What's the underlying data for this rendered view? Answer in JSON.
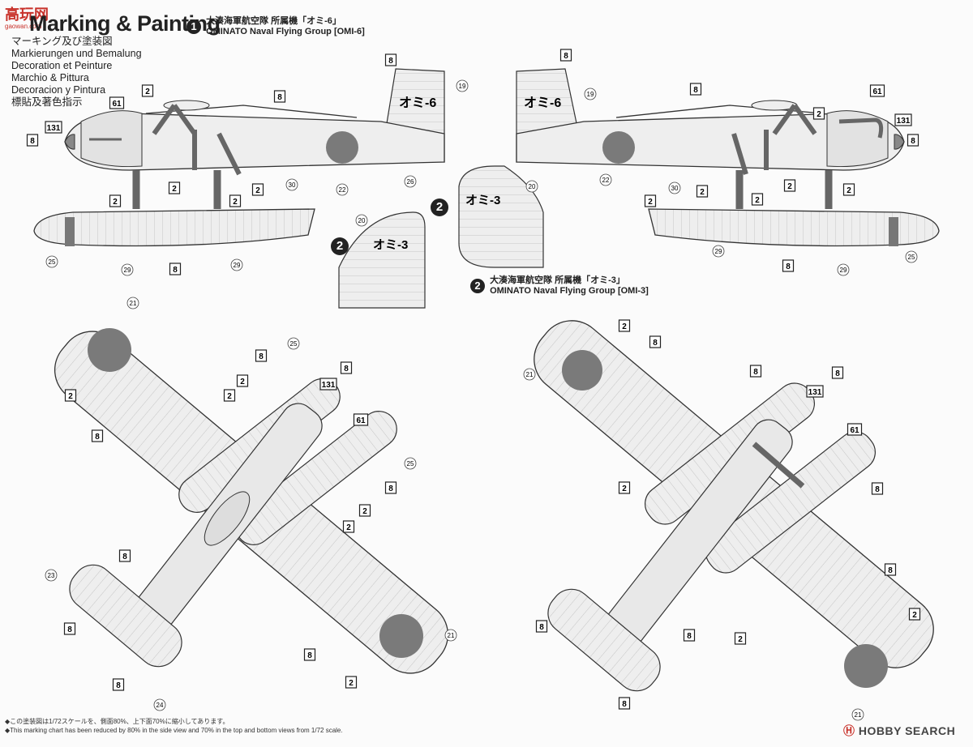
{
  "header": {
    "logo": "高玩网",
    "logo_url_text": "gaowan.com",
    "title": "Marking & Painting",
    "lines": [
      "マーキング及び塗装図",
      "Markierungen und Bemalung",
      "Decoration et Peinture",
      "Marchio & Pittura",
      "Decoracion y Pintura",
      "標貼及著色指示"
    ]
  },
  "schemes": [
    {
      "num": "1",
      "jp": "大湊海軍航空隊 所属機「オミ-6」",
      "en": "OMINATO Naval Flying Group [OMI-6]"
    },
    {
      "num": "2",
      "jp": "大湊海軍航空隊 所属機「オミ-3」",
      "en": "OMINATO Naval Flying Group [OMI-3]"
    }
  ],
  "tail_codes": {
    "omi6": "オミ-6",
    "omi3": "オミ-3"
  },
  "badge": "2",
  "callouts": {
    "c2": "2",
    "c8": "8",
    "c61": "61",
    "c131": "131",
    "c19": "19",
    "c20": "20",
    "c21": "21",
    "c22": "22",
    "c23": "23",
    "c24": "24",
    "c25": "25",
    "c26": "26",
    "c29": "29",
    "c30": "30"
  },
  "footer": {
    "jp": "◆この塗装図は1/72スケールを、側面80%、上下面70%に縮小してあります。",
    "en": "◆This marking chart has been reduced by 80% in the side view and 70% in the top and bottom views from 1/72 scale."
  },
  "watermark": {
    "mark": "Ⓗ",
    "text": "HOBBY SEARCH"
  },
  "colors": {
    "line": "#333333",
    "panel": "#eeeeee",
    "hinomaru": "#7a7a7a",
    "strut": "#666666",
    "accent": "#c8312a"
  }
}
